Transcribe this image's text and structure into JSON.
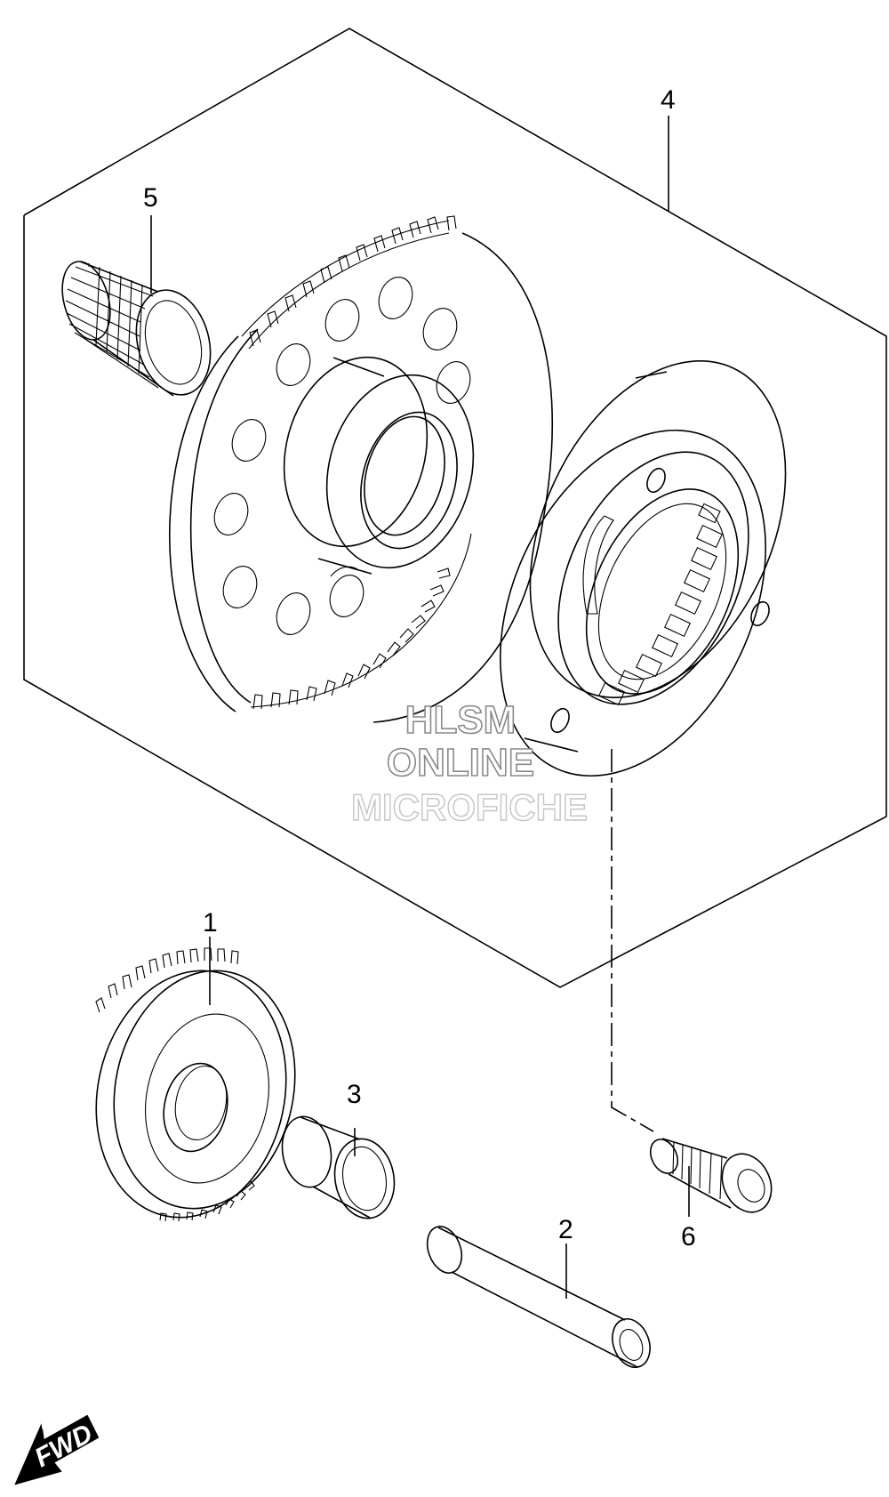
{
  "callouts": {
    "c1": "1",
    "c2": "2",
    "c3": "3",
    "c4": "4",
    "c5": "5",
    "c6": "6"
  },
  "watermark": {
    "line1": "HLSM",
    "line2": "ONLINE",
    "line3": "MICROFICHE"
  },
  "direction_badge": {
    "label": "FWD",
    "icon": "fwd-arrow-icon"
  }
}
